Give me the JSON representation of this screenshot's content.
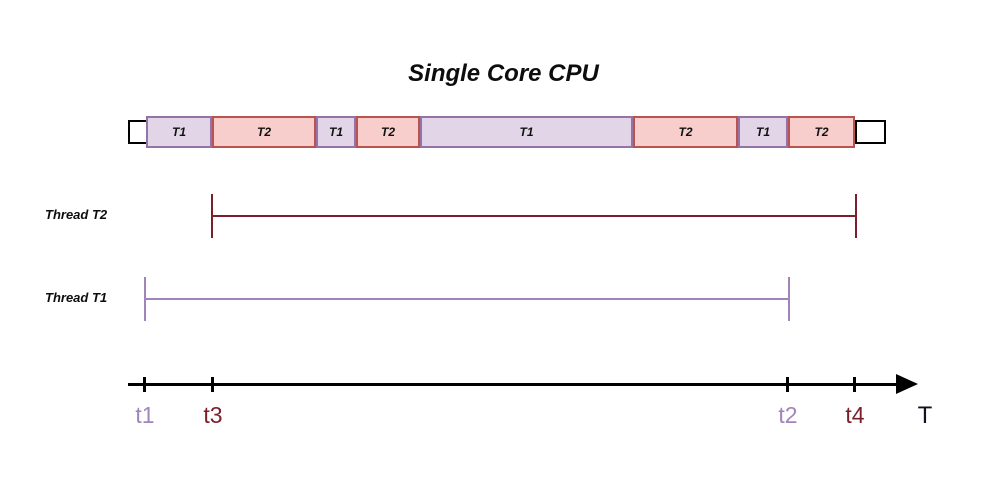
{
  "title": "Single Core CPU",
  "colors": {
    "t1_fill": "#e1d5e7",
    "t1_stroke": "#9673a6",
    "t2_fill": "#f8cecc",
    "t2_stroke": "#b85450",
    "thread_t1_line": "#a285b8",
    "thread_t2_line": "#7b1f2b",
    "axis": "#000000"
  },
  "cpu_bar": {
    "segments": [
      {
        "label": "T1",
        "thread": "T1"
      },
      {
        "label": "T2",
        "thread": "T2"
      },
      {
        "label": "T1",
        "thread": "T1"
      },
      {
        "label": "T2",
        "thread": "T2"
      },
      {
        "label": "T1",
        "thread": "T1"
      },
      {
        "label": "T2",
        "thread": "T2"
      },
      {
        "label": "T1",
        "thread": "T1"
      },
      {
        "label": "T2",
        "thread": "T2"
      }
    ]
  },
  "threads": [
    {
      "label": "Thread T2",
      "start_tick": "t3",
      "end_tick": "t4"
    },
    {
      "label": "Thread T1",
      "start_tick": "t1",
      "end_tick": "t2"
    }
  ],
  "axis": {
    "ticks": [
      {
        "label": "t1"
      },
      {
        "label": "t3"
      },
      {
        "label": "t2"
      },
      {
        "label": "t4"
      }
    ],
    "axis_label": "T"
  }
}
